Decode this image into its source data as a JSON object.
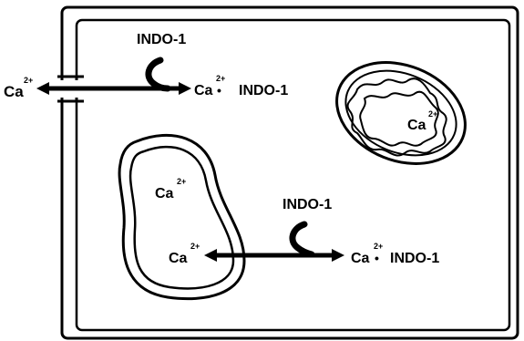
{
  "labels": {
    "ca_outside": "Ca",
    "charge": "2+",
    "indo_top": "INDO-1",
    "ca_indo_top_ca": "Ca",
    "ca_indo_top_dot": "•",
    "ca_indo_top_indo": "INDO-1",
    "ca_mito": "Ca",
    "ca_er_upper": "Ca",
    "ca_er_lower": "Ca",
    "indo_bottom": "INDO-1",
    "ca_indo_bottom_ca": "Ca",
    "ca_indo_bottom_dot": "•",
    "ca_indo_bottom_indo": "INDO-1"
  }
}
